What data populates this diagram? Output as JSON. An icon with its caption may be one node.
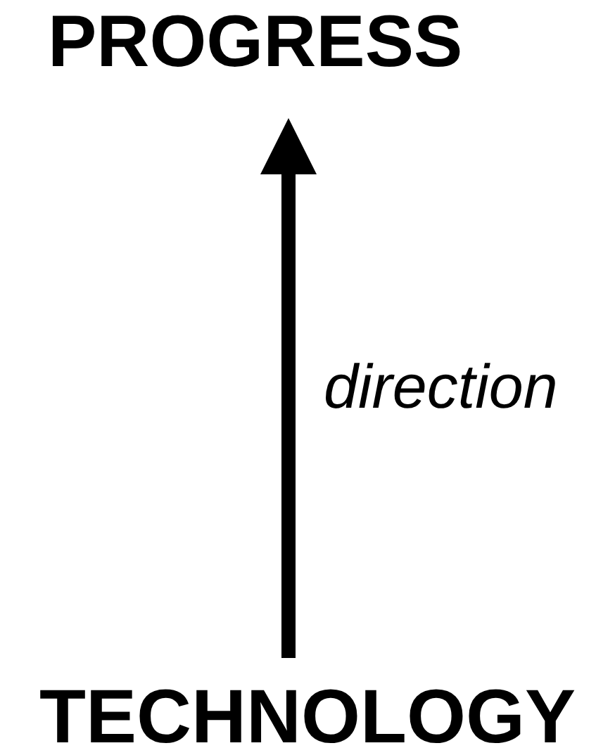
{
  "diagram": {
    "nodes": [
      {
        "text": [
          "PROGRESS"
        ]
      },
      {
        "text": [
          "TECHNOLOGY"
        ]
      }
    ],
    "edges": [
      {
        "from": 1,
        "to": 0,
        "arrow": "to",
        "label": "direction"
      }
    ]
  }
}
